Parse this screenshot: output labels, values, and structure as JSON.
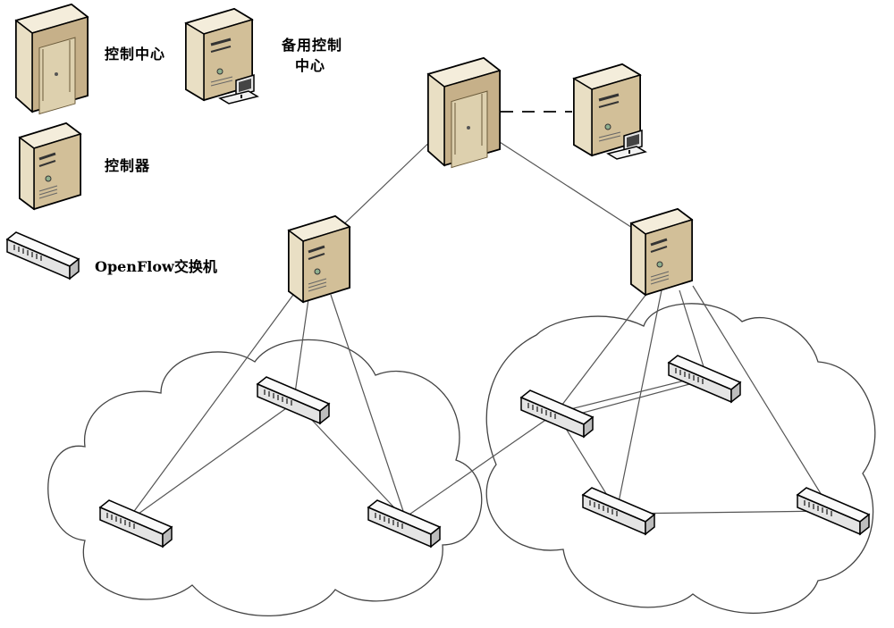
{
  "legend": {
    "control_center": "控制中心",
    "backup_control_center_line1": "备用控制",
    "backup_control_center_line2": "中心",
    "controller": "控制器",
    "openflow_switch": "OpenFlow交换机"
  },
  "icons": {
    "tower": "control-center-server-icon",
    "desktop": "backup-control-center-computer-icon",
    "controller": "controller-server-icon",
    "switch": "openflow-switch-icon"
  },
  "colors": {
    "server_front": "#ece3c8",
    "server_side": "#c9b48c",
    "server_top": "#f6f0df",
    "switch_body": "#f0f0f0",
    "outline": "#000000",
    "link": "#555555"
  }
}
